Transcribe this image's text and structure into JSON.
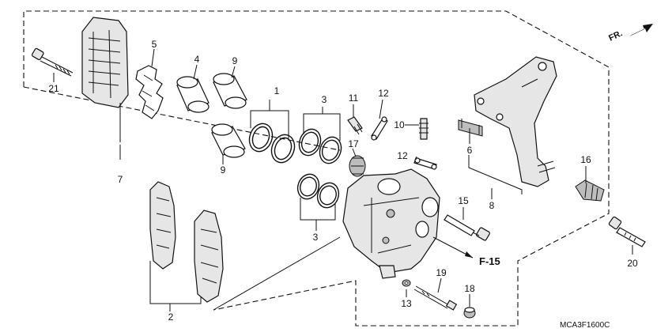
{
  "diagram_code": "MCA3F1600C",
  "front_mark": "FR.",
  "reference": "F-15",
  "callouts": {
    "p1": "1",
    "p2": "2",
    "p3a": "3",
    "p3b": "3",
    "p4": "4",
    "p5": "5",
    "p6": "6",
    "p7": "7",
    "p8": "8",
    "p9a": "9",
    "p9b": "9",
    "p10": "10",
    "p11": "11",
    "p12a": "12",
    "p12b": "12",
    "p13": "13",
    "p15": "15",
    "p16": "16",
    "p17": "17",
    "p18": "18",
    "p19": "19",
    "p20": "20",
    "p21": "21"
  }
}
